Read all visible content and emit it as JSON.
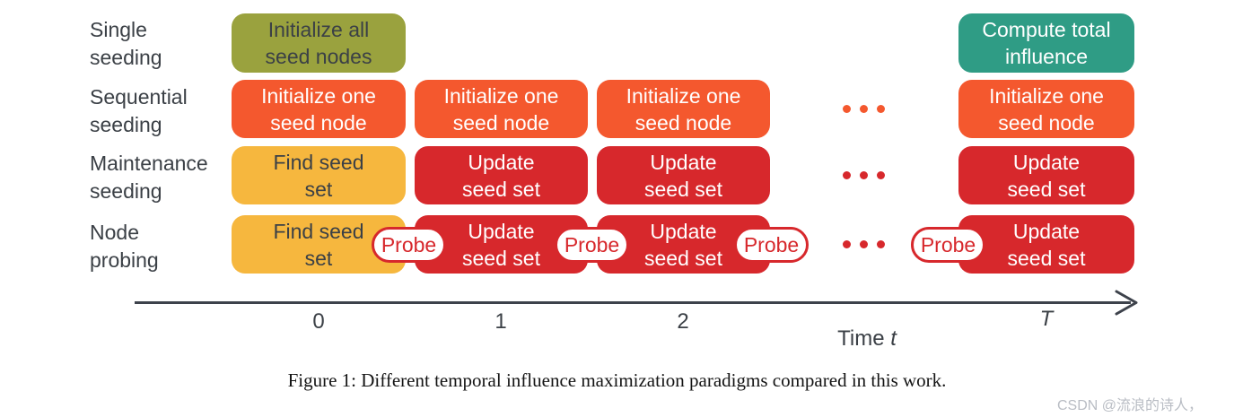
{
  "colors": {
    "olive": "#9aa23e",
    "orange": "#f4582e",
    "red": "#d7282c",
    "yellow": "#f6b73e",
    "teal": "#2f9c85",
    "dark_text": "#3b4046",
    "probe_red": "#d7282c",
    "axis": "#3d424b",
    "watermark_gray": "#b9bdc4"
  },
  "rows": [
    {
      "label": "Single\nseeding",
      "boxes": {
        "t0": "Initialize all\nseed nodes",
        "tT": "Compute total\ninfluence"
      }
    },
    {
      "label": "Sequential\nseeding",
      "boxes": {
        "t0": "Initialize one\nseed node",
        "t1": "Initialize one\nseed node",
        "t2": "Initialize one\nseed node",
        "tT": "Initialize one\nseed node"
      }
    },
    {
      "label": "Maintenance\nseeding",
      "boxes": {
        "t0": "Find seed\nset",
        "t1": "Update\nseed set",
        "t2": "Update\nseed set",
        "tT": "Update\nseed set"
      }
    },
    {
      "label": "Node\nprobing",
      "boxes": {
        "t0": "Find seed\nset",
        "t1": "Update\nseed set",
        "t2": "Update\nseed set",
        "tT": "Update\nseed set"
      },
      "probe_label": "Probe"
    }
  ],
  "axis": {
    "ticks": [
      "0",
      "1",
      "2"
    ],
    "t_tick": "T",
    "label_word": "Time",
    "label_var": "t"
  },
  "caption": "Figure 1: Different temporal influence maximization paradigms compared in this work.",
  "watermark": "CSDN @流浪的诗人，"
}
